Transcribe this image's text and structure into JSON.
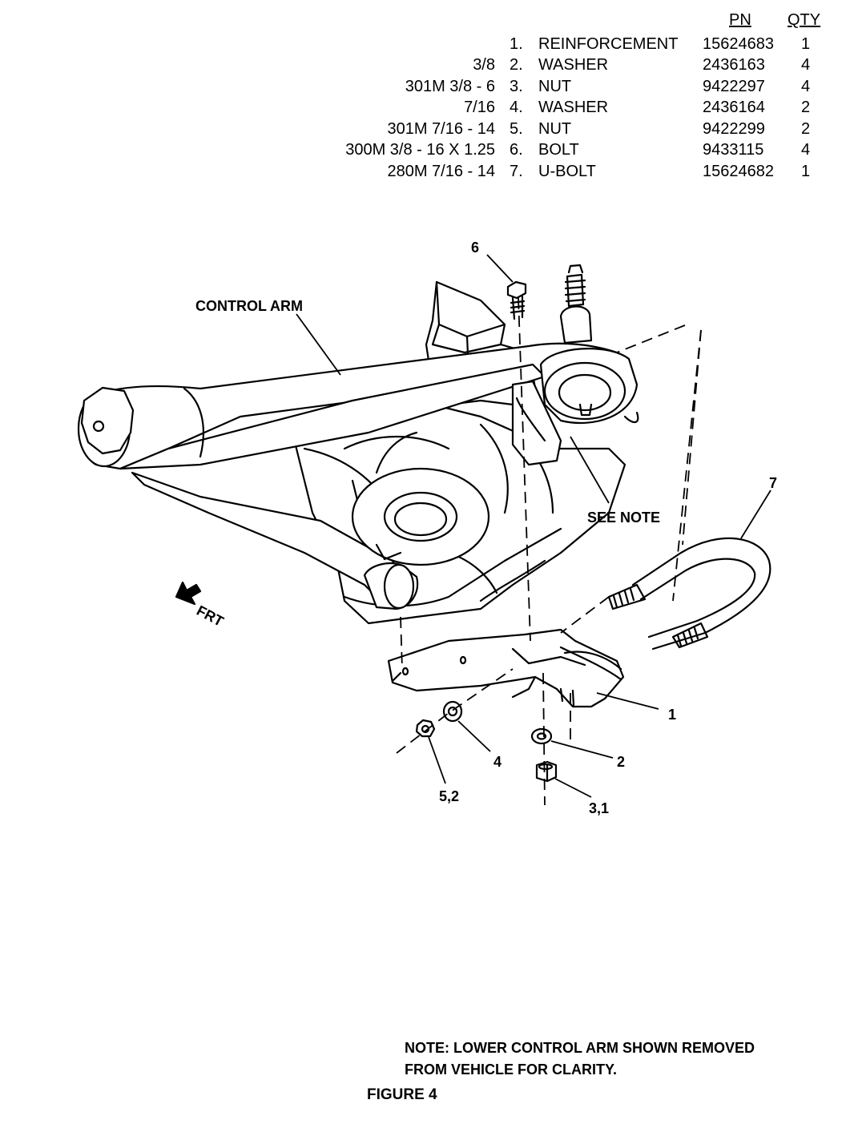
{
  "table": {
    "header_pn": "PN",
    "header_qty": "QTY",
    "rows": [
      {
        "spec": "",
        "num": "1.",
        "desc": "REINFORCEMENT",
        "pn": "15624683",
        "qty": "1"
      },
      {
        "spec": "3/8",
        "num": "2.",
        "desc": "WASHER",
        "pn": "2436163",
        "qty": "4"
      },
      {
        "spec": "301M 3/8 - 6",
        "num": "3.",
        "desc": "NUT",
        "pn": "9422297",
        "qty": "4"
      },
      {
        "spec": "7/16",
        "num": "4.",
        "desc": "WASHER",
        "pn": "2436164",
        "qty": "2"
      },
      {
        "spec": "301M 7/16  - 14",
        "num": "5.",
        "desc": "NUT",
        "pn": "9422299",
        "qty": "2"
      },
      {
        "spec": "300M 3/8 - 16 X 1.25",
        "num": "6.",
        "desc": "BOLT",
        "pn": "9433115",
        "qty": "4"
      },
      {
        "spec": "280M 7/16 - 14",
        "num": "7.",
        "desc": "U-BOLT",
        "pn": "15624682",
        "qty": "1"
      }
    ]
  },
  "diagram": {
    "control_arm_label": "CONTROL ARM",
    "see_note_label": "SEE NOTE",
    "frt_label": "FRT",
    "callouts": {
      "c1": "1",
      "c2": "2",
      "c3_1": "3,1",
      "c4": "4",
      "c5_2": "5,2",
      "c6": "6",
      "c7": "7"
    }
  },
  "note": {
    "line1": "NOTE: LOWER CONTROL ARM SHOWN REMOVED",
    "line2": "FROM VEHICLE FOR CLARITY."
  },
  "figure_title": "FIGURE 4"
}
